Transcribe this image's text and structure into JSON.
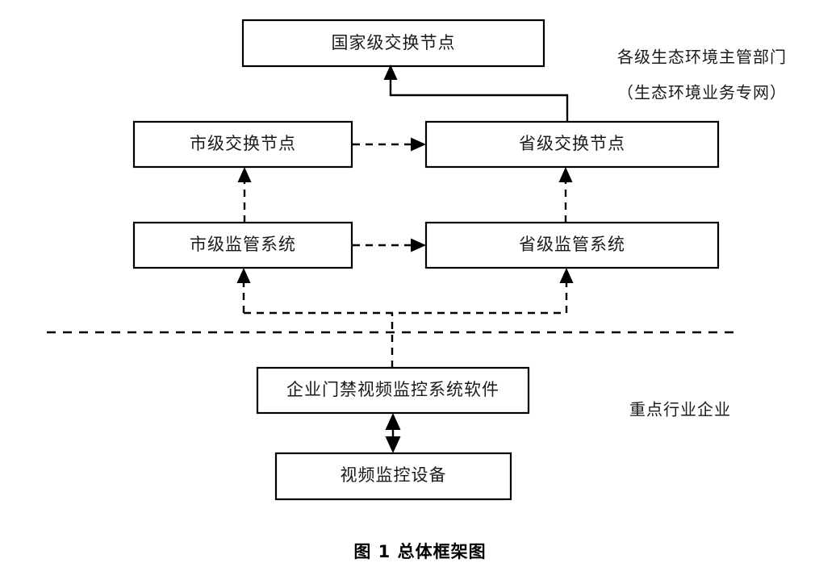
{
  "figure": {
    "caption": "图 1  总体框架图"
  },
  "nodes": [
    {
      "id": "national-exchange-node",
      "label": "国家级交换节点"
    },
    {
      "id": "city-exchange-node",
      "label": "市级交换节点"
    },
    {
      "id": "province-exchange-node",
      "label": "省级交换节点"
    },
    {
      "id": "city-supervision-system",
      "label": "市级监管系统"
    },
    {
      "id": "province-supervision-system",
      "label": "省级监管系统"
    },
    {
      "id": "enterprise-access-video-software",
      "label": "企业门禁视频监控系统软件"
    },
    {
      "id": "video-surveillance-device",
      "label": "视频监控设备"
    }
  ],
  "zones": [
    {
      "id": "authority-zone-line1",
      "label": "各级生态环境主管部门"
    },
    {
      "id": "authority-zone-line2",
      "label": "（生态环境业务专网）"
    },
    {
      "id": "enterprise-zone",
      "label": "重点行业企业"
    }
  ],
  "colors": {
    "stroke": "#000000",
    "box_fill": "#ffffff",
    "text": "#1a1a1a",
    "background": "#ffffff"
  }
}
